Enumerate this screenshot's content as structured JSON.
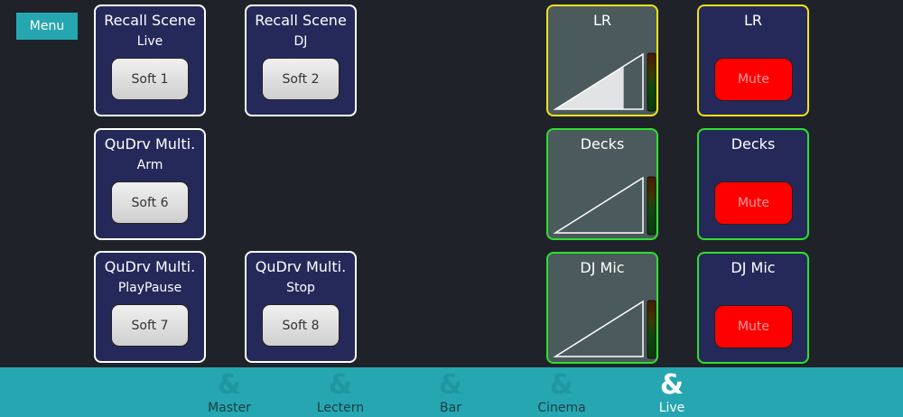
{
  "menu_label": "Menu",
  "scenes": [
    {
      "title": "Recall Scene",
      "sub": "Live",
      "button": "Soft 1"
    },
    {
      "title": "Recall Scene",
      "sub": "DJ",
      "button": "Soft 2"
    },
    {
      "title": "QuDrv Multi.",
      "sub": "Arm",
      "button": "Soft 6"
    },
    {
      "title": "QuDrv Multi.",
      "sub": "PlayPause",
      "button": "Soft 7"
    },
    {
      "title": "QuDrv Multi.",
      "sub": "Stop",
      "button": "Soft 8"
    }
  ],
  "channels": [
    {
      "name": "LR",
      "level": 0.78,
      "mute_label": "Mute",
      "border": "#f2e21a"
    },
    {
      "name": "Decks",
      "level": 0,
      "mute_label": "Mute",
      "border": "#2ee02e"
    },
    {
      "name": "DJ Mic",
      "level": 0,
      "mute_label": "Mute",
      "border": "#2ee02e"
    }
  ],
  "tabs": [
    {
      "icon": "&",
      "label": "Master"
    },
    {
      "icon": "&",
      "label": "Lectern"
    },
    {
      "icon": "&",
      "label": "Bar"
    },
    {
      "icon": "&",
      "label": "Cinema"
    },
    {
      "icon": "&",
      "label": "Live",
      "active": true
    }
  ]
}
